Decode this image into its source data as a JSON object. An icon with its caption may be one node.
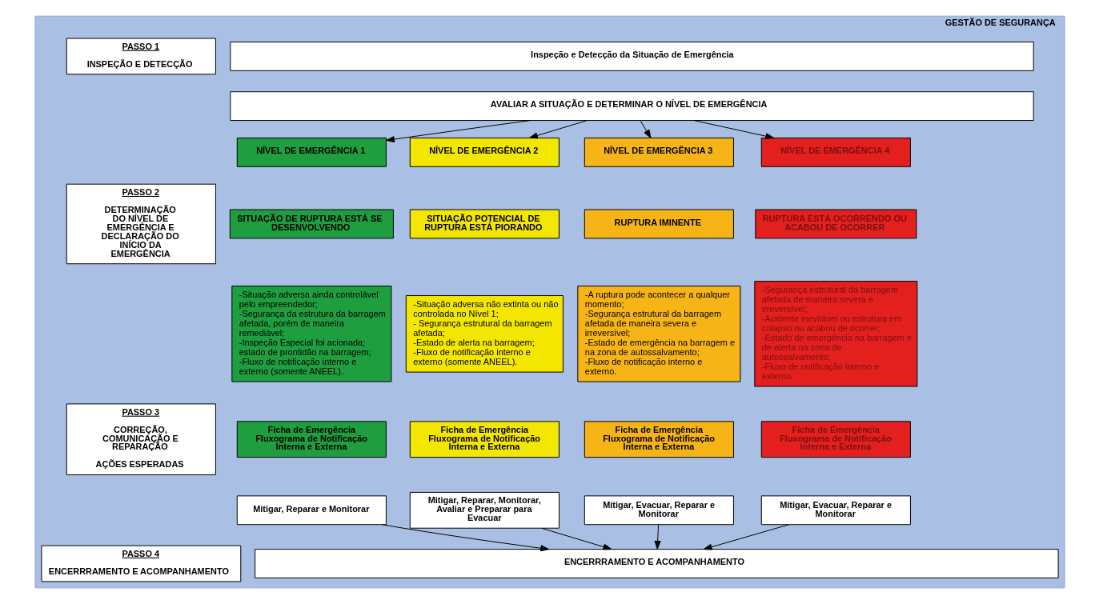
{
  "diagram": {
    "nodes": [
      {
        "text": [
          "GESTÃO DE SEGURANÇA"
        ]
      },
      {
        "text": [
          "PASSO 1",
          "INSPEÇÃO E DETECÇÃO"
        ],
        "in": 0
      },
      {
        "text": [
          "Inspeção e Detecção da Situação de Emergência"
        ],
        "in": 0
      },
      {
        "text": [
          "PASSO 2",
          "DETERMINAÇÃO DO NÍVEL DE EMERGÊNCIA E DECLARAÇÃO DO INÍCIO DA EMERGÊNCIA"
        ],
        "in": 0
      },
      {
        "text": [
          "AVALIAR A SITUAÇÃO E DETERMINAR O NÍVEL DE EMERGÊNCIA"
        ],
        "in": 0
      },
      {
        "text": [
          "NÍVEL DE EMERGÊNCIA 1"
        ],
        "in": 0
      },
      {
        "text": [
          "NÍVEL DE EMERGÊNCIA 2"
        ],
        "in": 0
      },
      {
        "text": [
          "NÍVEL DE EMERGÊNCIA 3"
        ],
        "in": 0
      },
      {
        "text": [
          "NÍVEL DE EMERGÊNCIA 4"
        ],
        "in": 0
      },
      {
        "text": [
          "SITUAÇÃO DE RUPTURA ESTÁ SE DESENVOLVENDO"
        ],
        "in": 0
      },
      {
        "text": [
          "SITUAÇÃO POTENCIAL DE RUPTURA ESTÁ PIORANDO"
        ],
        "in": 0
      },
      {
        "text": [
          "RUPTURA IMINENTE"
        ],
        "in": 0
      },
      {
        "text": [
          "RUPTURA ESTÁ OCORRENDO OU ACABOU DE OCORRER"
        ],
        "in": 0
      },
      {
        "text": [
          "-Situação adversa ainda controlável pelo empreendedor;",
          "-Segurança da estrutura da barragem afetada, porém de maneira remediável;",
          "-Inspeção Especial foi acionada; estado de prontidão na barragem;",
          "-Fluxo de notificação interno e externo (somente ANEEL)."
        ],
        "in": 0
      },
      {
        "text": [
          "-Situação adversa não extinta ou não controlada no Nível 1;",
          "- Segurança estrutural da barragem afetada;",
          "-Estado de alerta na barragem;",
          "-Fluxo de notificação interno e externo (somente ANEEL)."
        ],
        "in": 0
      },
      {
        "text": [
          "-A ruptura pode acontecer a qualquer momento;",
          "-Segurança estrutural da barragem afetada de maneira severa e irreversível;",
          "-Estado de emergência na barragem e na zona de autossalvamento;",
          "-Fluxo de notificação interno e externo."
        ],
        "in": 0
      },
      {
        "text": [
          "-Segurança estrutural da barragem afetada de maneira severa e irreversível;",
          "-Acidente inevitável ou estrutura em colapso ou acabou de ocorrer;",
          "-Estado de emergência na barragem e de alerta na zona de autossalvamento;",
          "-Fluxo de notificação interno e externo."
        ],
        "in": 0
      },
      {
        "text": [
          "PASSO 3",
          "CORREÇÃO, COMUNICAÇÃO E REPARAÇÃO",
          "AÇÕES ESPERADAS"
        ],
        "in": 0
      },
      {
        "text": [
          "Ficha de Emergência",
          "Fluxograma de Notificação Interna e Externa"
        ],
        "in": 0
      },
      {
        "text": [
          "Ficha de Emergência",
          "Fluxograma de Notificação Interna e Externa"
        ],
        "in": 0
      },
      {
        "text": [
          "Ficha de Emergência",
          "Fluxograma de Notificação Interna e Externa"
        ],
        "in": 0
      },
      {
        "text": [
          "Ficha de Emergência",
          "Fluxograma de Notificação Interna e Externa"
        ],
        "in": 0
      },
      {
        "text": [
          "Mitigar, Reparar e Monitorar"
        ],
        "in": 0
      },
      {
        "text": [
          "Mitigar, Reparar, Monitorar, Avaliar e Preparar para Evacuar"
        ],
        "in": 0
      },
      {
        "text": [
          "Mitigar, Evacuar, Reparar e Monitorar"
        ],
        "in": 0
      },
      {
        "text": [
          "Mitigar, Evacuar, Reparar e Monitorar"
        ],
        "in": 0
      },
      {
        "text": [
          "PASSO 4",
          "ENCERRRAMENTO E ACOMPANHAMENTO"
        ],
        "in": 0
      },
      {
        "text": [
          "ENCERRRAMENTO E ACOMPANHAMENTO"
        ],
        "in": 0
      }
    ],
    "edges": [
      {
        "from": 4,
        "to": 5,
        "arrow": "to"
      },
      {
        "from": 4,
        "to": 6,
        "arrow": "to"
      },
      {
        "from": 4,
        "to": 7,
        "arrow": "to"
      },
      {
        "from": 4,
        "to": 8,
        "arrow": "to"
      },
      {
        "from": 22,
        "to": 27,
        "arrow": "to"
      },
      {
        "from": 23,
        "to": 27,
        "arrow": "to"
      },
      {
        "from": 24,
        "to": 27,
        "arrow": "to"
      },
      {
        "from": 25,
        "to": 27,
        "arrow": "to"
      }
    ]
  }
}
